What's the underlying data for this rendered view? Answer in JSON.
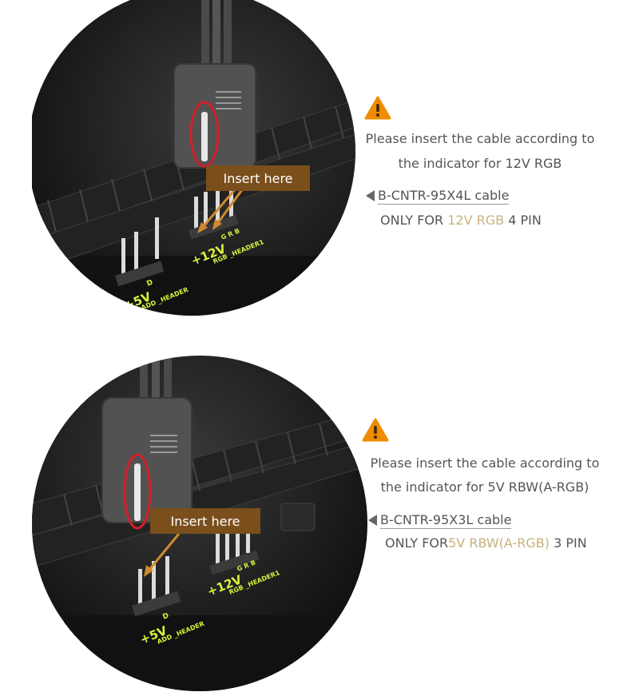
{
  "colors": {
    "accent": "#c7b27a",
    "warning": "#f08c00",
    "callout": "#7a4f1c",
    "ring": "#d21f2b",
    "pcb_text": "#d9f03a"
  },
  "sections": [
    {
      "callout": "Insert here",
      "instruction_line1": "Please insert the cable according to",
      "instruction_line2": "the indicator for 12V RGB",
      "cable_label": "B-CNTR-95X4L  cable",
      "only_prefix": "ONLY FOR ",
      "only_highlight": "12V RGB",
      "only_suffix": " 4 PIN",
      "pcb_left": "+5V",
      "pcb_left_small": "D",
      "pcb_left_header": "ADD _HEADER",
      "pcb_right": "+12V",
      "pcb_right_small": "G  R  B",
      "pcb_right_header": "RGB _HEADER1",
      "icon": "warning-icon"
    },
    {
      "callout": "Insert here",
      "instruction_line1": "Please insert the cable according to",
      "instruction_line2": "the indicator for 5V RBW(A-RGB)",
      "cable_label": "B-CNTR-95X3L cable",
      "only_prefix": "ONLY FOR",
      "only_highlight": "5V RBW(A-RGB)",
      "only_suffix": " 3 PIN",
      "pcb_left": "+5V",
      "pcb_left_small": "D",
      "pcb_left_header": "ADD _HEADER",
      "pcb_right": "+12V",
      "pcb_right_small": "G  R  B",
      "pcb_right_header": "RGB _HEADER1",
      "icon": "warning-icon"
    }
  ]
}
